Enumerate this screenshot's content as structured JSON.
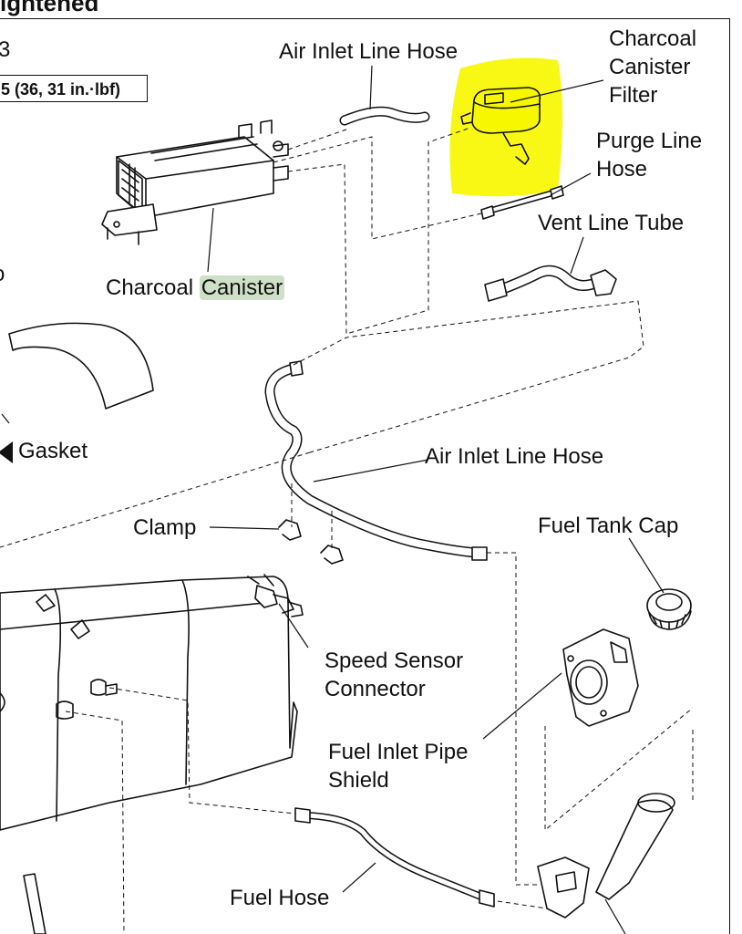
{
  "heading": "ightened",
  "code_fragment": "3",
  "torque_spec": "5 (36, 31 in.·lbf)",
  "side_mark": "o",
  "labels": {
    "air_inlet_line_hose_top": "Air Inlet Line Hose",
    "charcoal_canister_filter_1": "Charcoal",
    "charcoal_canister_filter_2": "Canister",
    "charcoal_canister_filter_3": "Filter",
    "purge_line_hose_1": "Purge Line",
    "purge_line_hose_2": "Hose",
    "vent_line_tube": "Vent Line Tube",
    "charcoal_canister_word1": "Charcoal",
    "charcoal_canister_word2": "Canister",
    "gasket": "Gasket",
    "air_inlet_line_hose_mid": "Air Inlet Line Hose",
    "clamp": "Clamp",
    "fuel_tank_cap": "Fuel Tank Cap",
    "speed_sensor_connector_1": "Speed  Sensor",
    "speed_sensor_connector_2": "Connector",
    "fuel_inlet_pipe_shield_1": "Fuel Inlet Pipe",
    "fuel_inlet_pipe_shield_2": "Shield",
    "fuel_hose": "Fuel Hose"
  },
  "colors": {
    "highlight_yellow": "#f7f700",
    "highlight_green": "#cfe0c8",
    "line": "#111111"
  }
}
